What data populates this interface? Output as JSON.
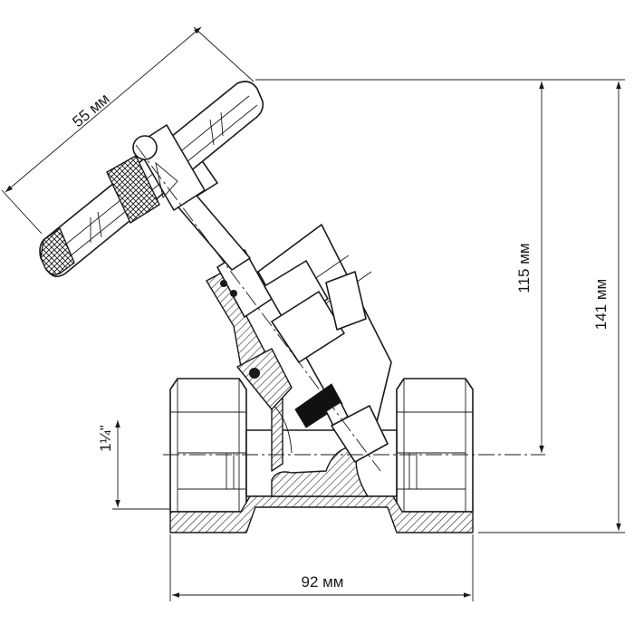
{
  "dimensions": {
    "handle_length": "55 мм",
    "height_axis": "115 мм",
    "height_total": "141 мм",
    "length": "92 мм",
    "thread": "1¼\""
  },
  "colors": {
    "line": "#1a1a1a",
    "background": "#ffffff",
    "seal": "#111111"
  }
}
